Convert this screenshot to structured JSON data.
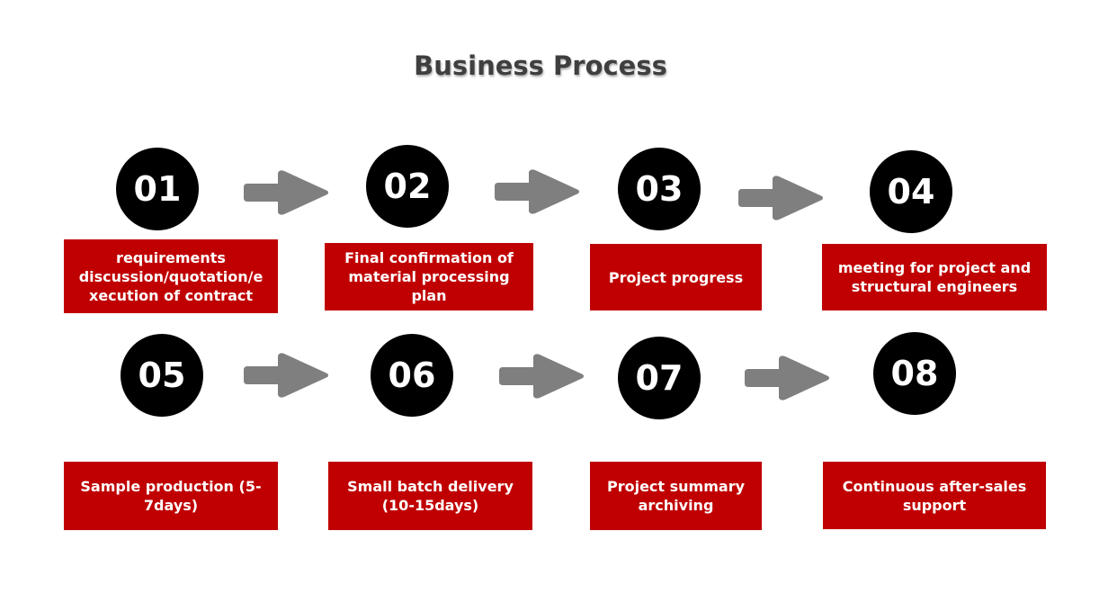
{
  "title": "Business Process",
  "colors": {
    "box": "#c00000",
    "circle": "#000000",
    "arrow": "#7f7f7f"
  },
  "steps": [
    {
      "number": "01",
      "label": "requirements discussion/quotation/e xecution of contract"
    },
    {
      "number": "02",
      "label": "Final confirmation of material processing plan"
    },
    {
      "number": "03",
      "label": "Project progress"
    },
    {
      "number": "04",
      "label": "meeting for project and structural engineers"
    },
    {
      "number": "05",
      "label": "Sample production (5-7days)"
    },
    {
      "number": "06",
      "label": "Small batch delivery (10-15days)"
    },
    {
      "number": "07",
      "label": "Project summary archiving"
    },
    {
      "number": "08",
      "label": "Continuous after-sales support"
    }
  ]
}
